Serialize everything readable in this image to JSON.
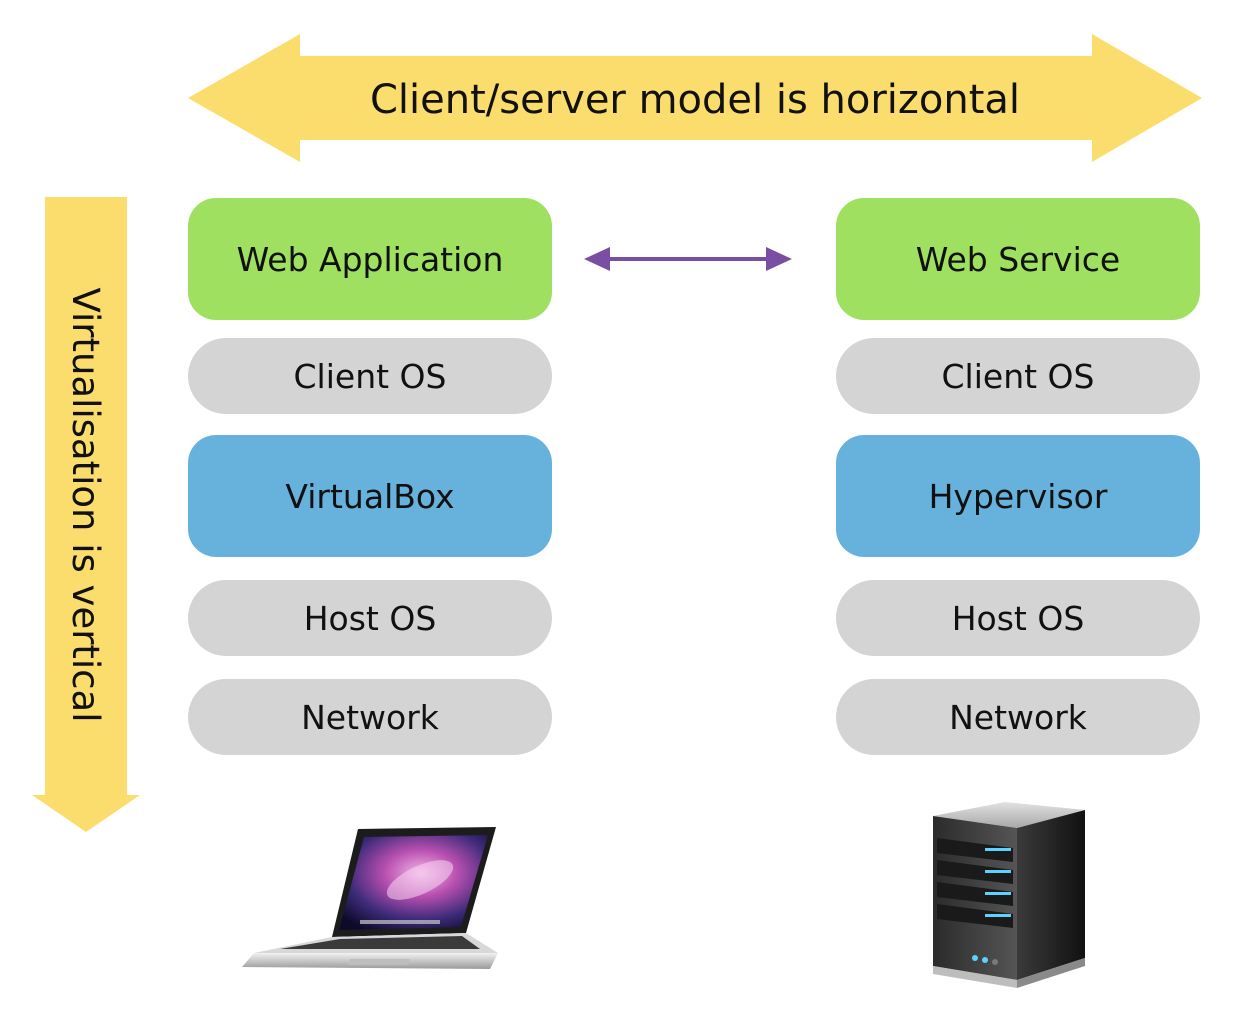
{
  "horizontal_arrow": {
    "label": "Client/server model is horizontal",
    "color": "#fbdd6e"
  },
  "vertical_arrow": {
    "label": "Virtualisation is vertical",
    "color": "#fbdd6e"
  },
  "link_arrow": {
    "color": "#7a4ea3"
  },
  "client_stack": {
    "icon": "laptop-icon",
    "layers": [
      {
        "label": "Web Application",
        "color": "#a0e060"
      },
      {
        "label": "Client OS",
        "color": "#d4d4d4"
      },
      {
        "label": "VirtualBox",
        "color": "#66b2dc"
      },
      {
        "label": "Host OS",
        "color": "#d4d4d4"
      },
      {
        "label": "Network",
        "color": "#d4d4d4"
      }
    ]
  },
  "server_stack": {
    "icon": "server-icon",
    "layers": [
      {
        "label": "Web Service",
        "color": "#a0e060"
      },
      {
        "label": "Client OS",
        "color": "#d4d4d4"
      },
      {
        "label": "Hypervisor",
        "color": "#66b2dc"
      },
      {
        "label": "Host OS",
        "color": "#d4d4d4"
      },
      {
        "label": "Network",
        "color": "#d4d4d4"
      }
    ]
  }
}
